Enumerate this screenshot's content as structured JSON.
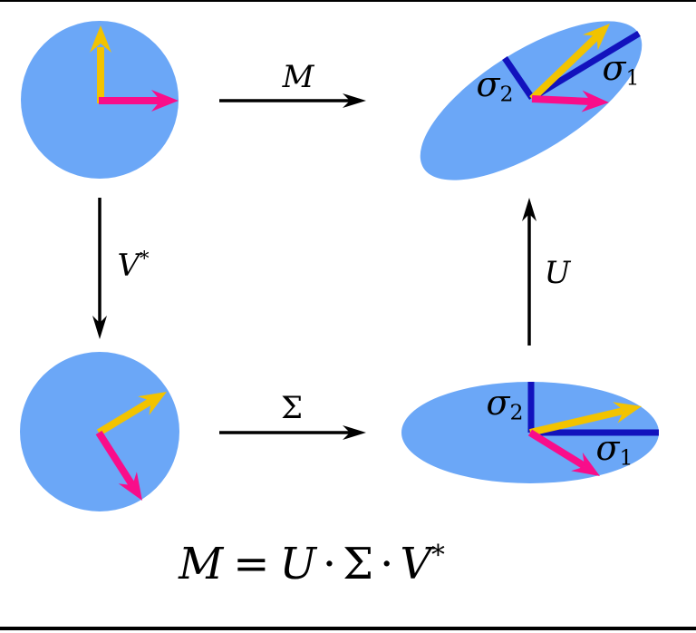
{
  "colors": {
    "background": "#ffffff",
    "frame_bar": "#000000",
    "shape_fill": "#6ba7f7",
    "vector_yellow": "#f2c300",
    "vector_magenta": "#f90d8a",
    "axis_blue": "#1212bd",
    "arrow_black": "#000000",
    "label_color": "#000000"
  },
  "diagram": {
    "top_arrow_label": "M",
    "bottom_arrow_label": "Σ",
    "left_arrow_label": {
      "base": "V",
      "sup": "*"
    },
    "right_arrow_label": "U",
    "sigma1": {
      "base": "σ",
      "sub": "1"
    },
    "sigma2": {
      "base": "σ",
      "sub": "2"
    }
  },
  "formula": {
    "m": "M",
    "equals": "=",
    "u": "U",
    "dot1": "·",
    "sigma": "Σ",
    "dot2": "·",
    "v": "V",
    "sup": "*"
  }
}
